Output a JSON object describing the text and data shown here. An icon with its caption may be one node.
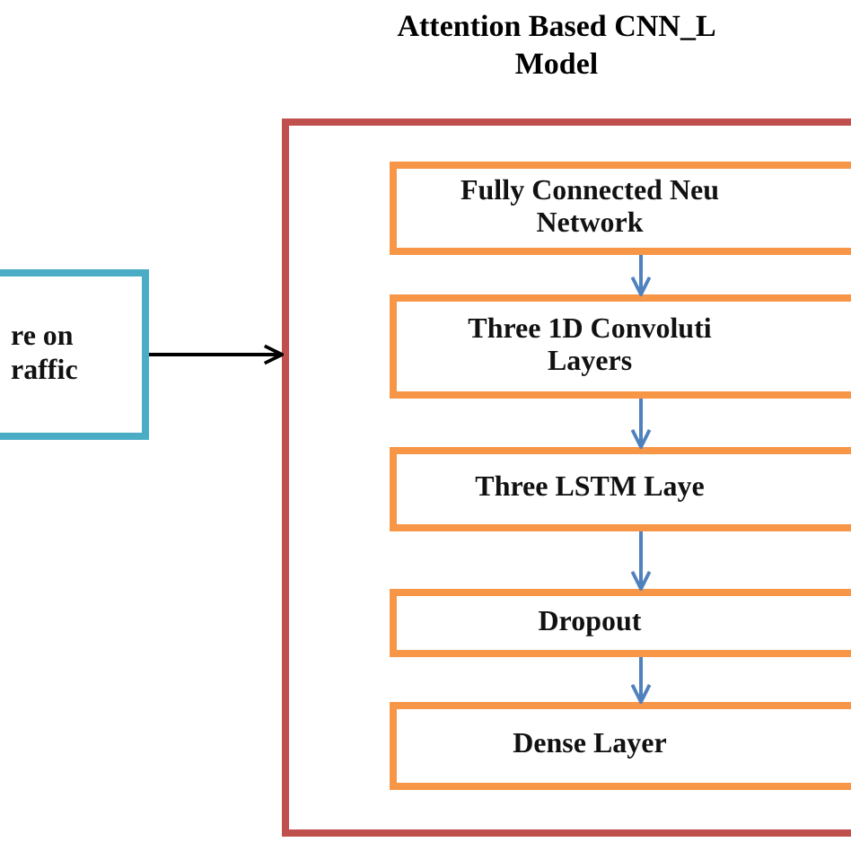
{
  "diagram": {
    "title": "Attention Based CNN_L Model",
    "nodes": [
      {
        "text": [
          "re on raffic"
        ]
      },
      {
        "text": [],
        "shape": "box"
      },
      {
        "text": [
          "Fully Connected Neu Network"
        ],
        "in": 1
      },
      {
        "text": [
          "Three 1D Convoluti Layers"
        ],
        "in": 1
      },
      {
        "text": [
          "Three LSTM Laye"
        ],
        "in": 1
      },
      {
        "text": [
          "Dropout"
        ],
        "in": 1
      },
      {
        "text": [
          "Dense Layer"
        ],
        "in": 1
      }
    ],
    "edges": [
      {
        "from": 0,
        "to": 1,
        "arrow": "to",
        "color": "#000000"
      },
      {
        "from": 2,
        "to": 3,
        "arrow": "to"
      },
      {
        "from": 3,
        "to": 4,
        "arrow": "to"
      },
      {
        "from": 4,
        "to": 5,
        "arrow": "to"
      },
      {
        "from": 5,
        "to": 6,
        "arrow": "to"
      }
    ]
  }
}
